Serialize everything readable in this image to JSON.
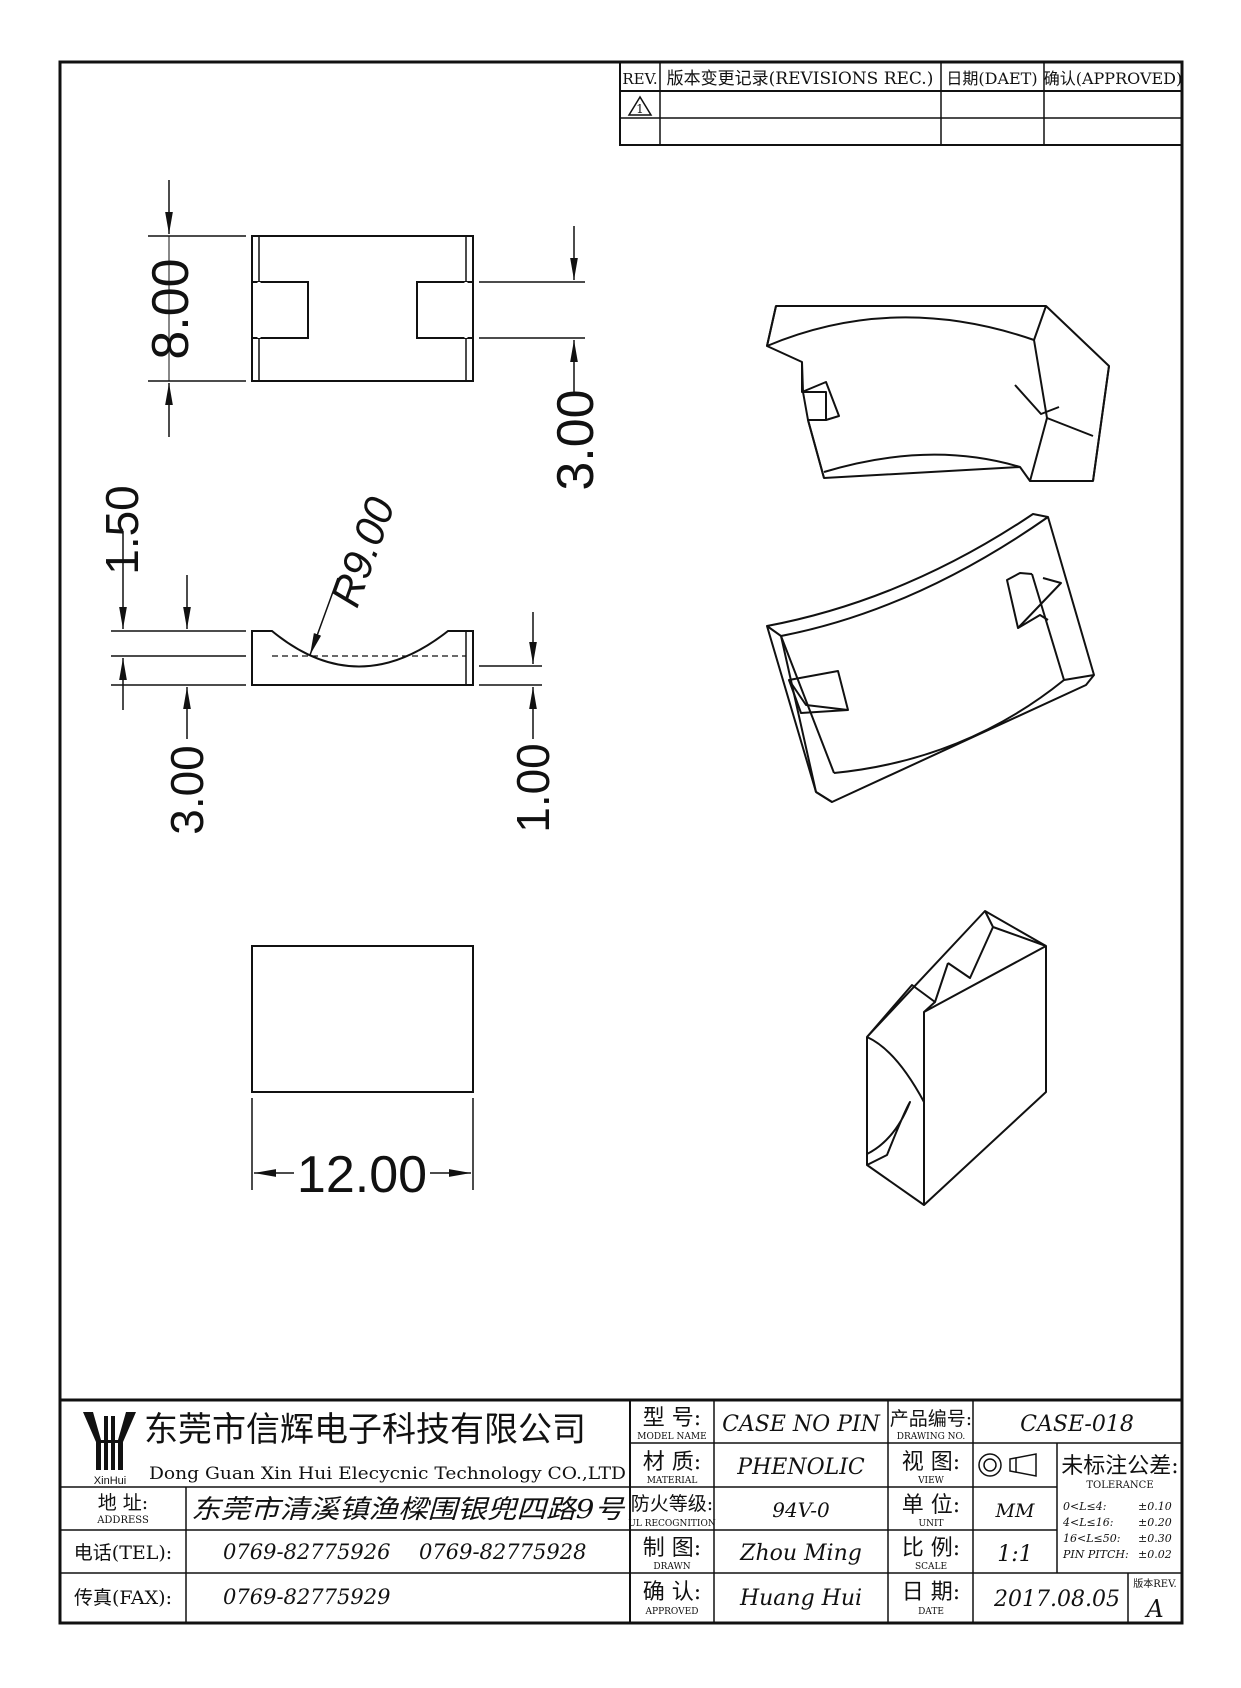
{
  "revisions": {
    "header": {
      "rev": "REV.",
      "record": "版本变更记录(REVISIONS REC.)",
      "date": "日期(DAET)",
      "approved": "确认(APPROVED)"
    },
    "rev_mark": "1"
  },
  "dimensions": {
    "top_height": "8.00",
    "slot_width": "3.00",
    "lip_height": "1.50",
    "radius": "R9.00",
    "side_height": "3.00",
    "center_thickness": "1.00",
    "length": "12.00"
  },
  "title_block": {
    "company_cn": "东莞市信辉电子科技有限公司",
    "company_en": "Dong Guan Xin Hui Elecycnic Technology CO.,LTD",
    "logo_text": "XinHui",
    "address_label": "地 址:",
    "address_label_en": "ADDRESS",
    "address": "东莞市清溪镇渔樑围银兜四路9号",
    "tel_label": "电话(TEL):",
    "tel1": "0769-82775926",
    "tel2": "0769-82775928",
    "fax_label": "传真(FAX):",
    "fax": "0769-82775929",
    "model_label": "型 号:",
    "model_label_en": "MODEL NAME",
    "model": "CASE NO PIN",
    "material_label": "材 质:",
    "material_label_en": "MATERIAL",
    "material": "PHENOLIC",
    "ul_label": "防火等级:",
    "ul_label_en": "UL RECOGNITION",
    "ul": "94V-0",
    "drawn_label": "制 图:",
    "drawn_label_en": "DRAWN",
    "drawn": "Zhou Ming",
    "approved_label": "确 认:",
    "approved_label_en": "APPROVED",
    "approved": "Huang Hui",
    "drawing_no_label": "产品编号:",
    "drawing_no_label_en": "DRAWING NO.",
    "drawing_no": "CASE-018",
    "view_label": "视 图:",
    "view_label_en": "VIEW",
    "unit_label": "单 位:",
    "unit_label_en": "UNIT",
    "unit": "MM",
    "scale_label": "比 例:",
    "scale_label_en": "SCALE",
    "scale": "1:1",
    "date_label": "日 期:",
    "date_label_en": "DATE",
    "date": "2017.08.05",
    "tolerance_label": "未标注公差:",
    "tolerance_label_en": "TOLERANCE",
    "tolerances": [
      {
        "range": "0<L≤4:",
        "value": "±0.10"
      },
      {
        "range": "4<L≤16:",
        "value": "±0.20"
      },
      {
        "range": "16<L≤50:",
        "value": "±0.30"
      },
      {
        "range": "PIN PITCH:",
        "value": "±0.02"
      }
    ],
    "rev_label": "版本REV.",
    "rev": "A"
  }
}
